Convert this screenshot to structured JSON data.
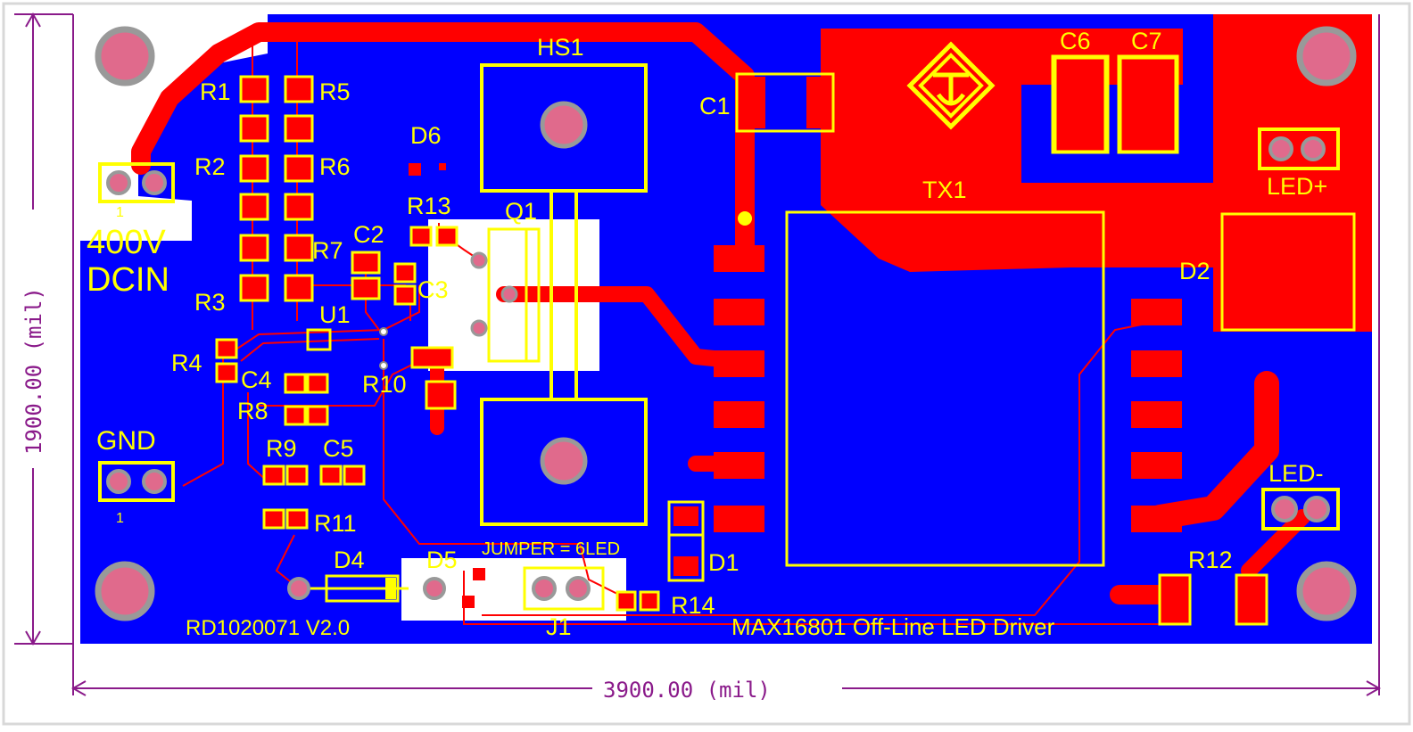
{
  "board": {
    "name": "RD1020071 V2.0",
    "title": "MAX16801 Off-Line LED Driver",
    "colors": {
      "background": "#ffffff",
      "board": "#0000ff",
      "copper": "#ff0000",
      "silk": "#ffff00",
      "dimension": "#8a1a8a",
      "pad_hole": "#e06a8c"
    }
  },
  "dimensions": {
    "width": "3900.00 (mil)",
    "height": "1900.00 (mil)"
  },
  "labels": {
    "hs1": "HS1",
    "q1": "Q1",
    "c1": "C1",
    "c2": "C2",
    "c3": "C3",
    "c4": "C4",
    "c5": "C5",
    "c6": "C6",
    "c7": "C7",
    "d1": "D1",
    "d2": "D2",
    "d4": "D4",
    "d5": "D5",
    "d6": "D6",
    "r1": "R1",
    "r2": "R2",
    "r3": "R3",
    "r4": "R4",
    "r5": "R5",
    "r6": "R6",
    "r7": "R7",
    "r8": "R8",
    "r9": "R9",
    "r10": "R10",
    "r11": "R11",
    "r12": "R12",
    "r13": "R13",
    "r14": "R14",
    "u1": "U1",
    "tx1": "TX1",
    "j1": "J1",
    "jumper": "JUMPER = 6LED",
    "dcin_line1": "400V",
    "dcin_line2": "DCIN",
    "gnd": "GND",
    "gnd_pin": "1",
    "dcin_pin": "1",
    "led_plus": "LED+",
    "led_minus": "LED-"
  }
}
